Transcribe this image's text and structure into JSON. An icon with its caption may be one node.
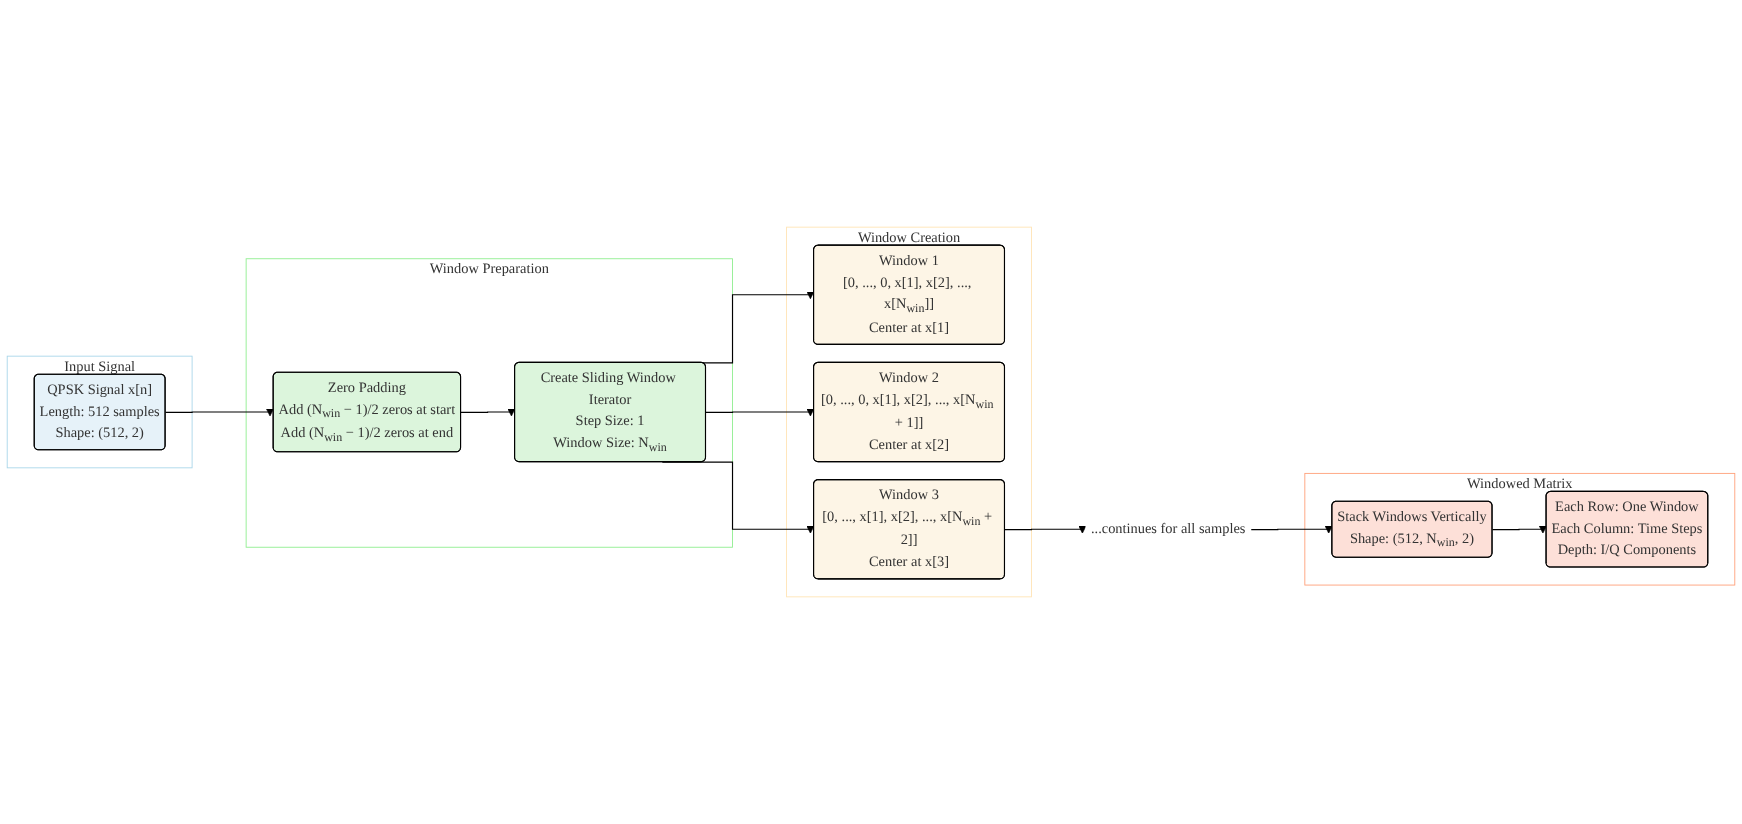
{
  "diagram": {
    "nodes": [
      {
        "text": [
          "Input Signal"
        ]
      },
      {
        "text": [
          "QPSK Signal x[n]",
          "Length: 512 samples",
          "Shape: (512, 2)"
        ],
        "in": 0
      },
      {
        "text": [
          "Window Preparation"
        ]
      },
      {
        "text": [
          "Zero Padding",
          "Add (N$_{win}$ − 1)/2 zeros at start",
          "Add (N$_{win}$ − 1)/2 zeros at end"
        ],
        "in": 2
      },
      {
        "text": [
          "Create Sliding Window Iterator",
          "Step Size: 1",
          "Window Size: N$_{win}$"
        ],
        "in": 2
      },
      {
        "text": [
          "Window Creation"
        ]
      },
      {
        "text": [
          "Window 1",
          "[0, ..., 0, x[1], x[2], ..., x[N$_{win}$]]",
          "Center at x[1]"
        ],
        "in": 5
      },
      {
        "text": [
          "Window 2",
          "[0, ..., 0, x[1], x[2], ..., x[N$_{win}$ + 1]]",
          "Center at x[2]"
        ],
        "in": 5
      },
      {
        "text": [
          "Window 3",
          "[0, ..., x[1], x[2], ..., x[N$_{win}$ + 2]]",
          "Center at x[3]"
        ],
        "in": 5
      },
      {
        "text": [
          "...continues for all samples"
        ]
      },
      {
        "text": [
          "Windowed Matrix"
        ]
      },
      {
        "text": [
          "Stack Windows Vertically",
          "Shape: (512, N$_{win}$, 2)"
        ],
        "in": 10
      },
      {
        "text": [
          "Each Row: One Window",
          "Each Column: Time Steps",
          "Depth: I/Q Components"
        ],
        "in": 10
      }
    ],
    "edges": [
      {
        "from": 1,
        "to": 3,
        "arrow": "to"
      },
      {
        "from": 3,
        "to": 4,
        "arrow": "to"
      },
      {
        "from": 4,
        "to": 6,
        "arrow": "to"
      },
      {
        "from": 4,
        "to": 7,
        "arrow": "to"
      },
      {
        "from": 4,
        "to": 8,
        "arrow": "to"
      },
      {
        "from": 8,
        "to": 9,
        "arrow": "to"
      },
      {
        "from": 9,
        "to": 11,
        "arrow": "to"
      },
      {
        "from": 11,
        "to": 12,
        "arrow": "to"
      }
    ]
  }
}
